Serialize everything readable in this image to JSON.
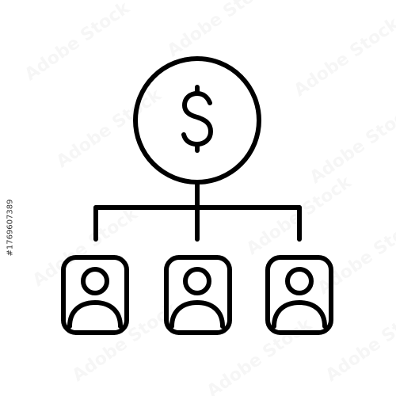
{
  "icon": {
    "name": "dollar-hierarchy-icon",
    "stroke_color": "#000000",
    "background_color": "#ffffff",
    "center_symbol": "$",
    "people_count": 3
  },
  "watermark": {
    "text": "Adobe Stock"
  },
  "stock_id": {
    "text": "#1769607389"
  }
}
